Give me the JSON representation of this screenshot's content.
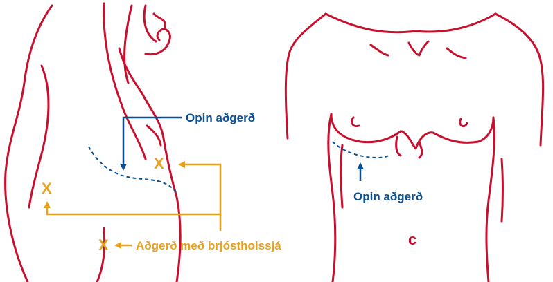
{
  "colors": {
    "body_outline": "#c8102e",
    "open_surgery": "#0a4f8f",
    "thoracoscopy": "#e8a01f"
  },
  "labels": {
    "open_surgery_side": "Opin aðgerð",
    "open_surgery_front": "Opin aðgerð",
    "thoracoscopy": "Aðgerð með brjóstholssjá",
    "port_marker": "X",
    "figure_letter": "c"
  }
}
